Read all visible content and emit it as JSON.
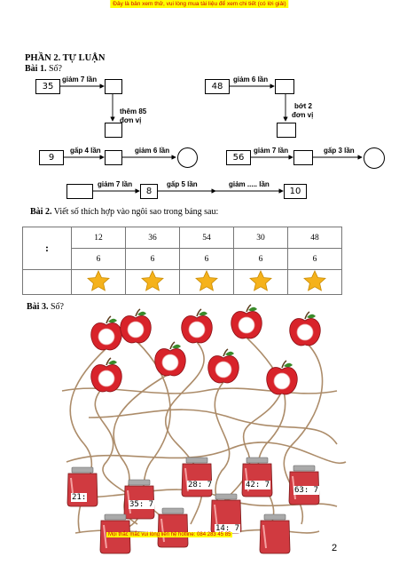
{
  "banner": "Đây là bản xem thử, vui lòng mua tài liệu để xem chi tiết (có lời giải)",
  "section_title": "PHẦN 2. TỰ LUẬN",
  "bai1": {
    "title": "Bài 1.",
    "text": "Số?"
  },
  "bai2": {
    "title": "Bài 2.",
    "text": "Viết số thích hợp vào ngôi sao trong bảng sau:"
  },
  "bai3": {
    "title": "Bài 3.",
    "text": "Số?"
  },
  "diagram": {
    "n35": "35",
    "n48": "48",
    "n9": "9",
    "n56": "56",
    "n8": "8",
    "n10": "10",
    "giam7": "giảm 7 lần",
    "them85_1": "thêm 85",
    "them85_2": "đơn vị",
    "giam6": "giảm 6 lần",
    "bot2_1": "bớt 2",
    "bot2_2": "đơn vị",
    "gap4": "gấp 4 lần",
    "giam6b": "giảm 6 lần",
    "giam7b": "giảm 7 lần",
    "gap3": "gấp 3 lần",
    "giam7c": "giảm 7 lần",
    "gap5": "gấp 5 lần",
    "giamdots": "giảm ..... lần"
  },
  "table": {
    "colon": ":",
    "row1": [
      "12",
      "36",
      "54",
      "30",
      "48"
    ],
    "row2": [
      "6",
      "6",
      "6",
      "6",
      "6"
    ]
  },
  "jars": [
    "21:",
    "35: 7",
    "28: 7",
    "42: 7",
    "63: 7",
    "14: 7"
  ],
  "footer": "Mọi thắc mắc vui lòng liên hệ hotline: 084 283 45 85",
  "page_number": "2"
}
